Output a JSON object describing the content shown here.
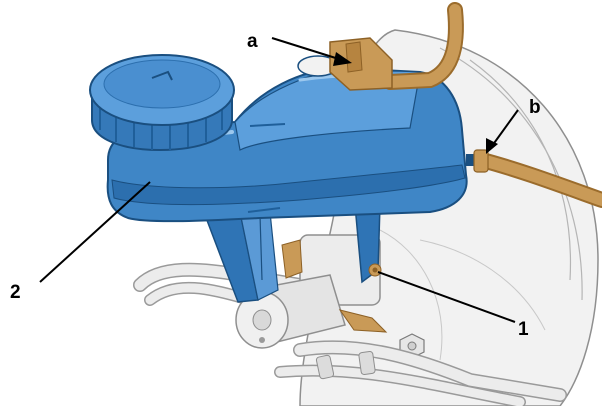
{
  "callouts": {
    "a": "a",
    "b": "b",
    "c1": "1",
    "c2": "2"
  },
  "colors": {
    "reservoir": "#3f86c6",
    "reservoir_dark": "#1f5f9a",
    "reservoir_light": "#7fb6e4",
    "hose": "#c99a57",
    "hose_dark": "#9b6c2c",
    "metal": "#e3e3e3",
    "metal_outline": "#8f8f8f",
    "background": "#ffffff"
  },
  "parts": [
    "brake-fluid-reservoir",
    "reservoir-cap",
    "master-cylinder",
    "brake-booster",
    "brake-fluid-hose",
    "clutch-supply-hose",
    "brake-lines"
  ]
}
